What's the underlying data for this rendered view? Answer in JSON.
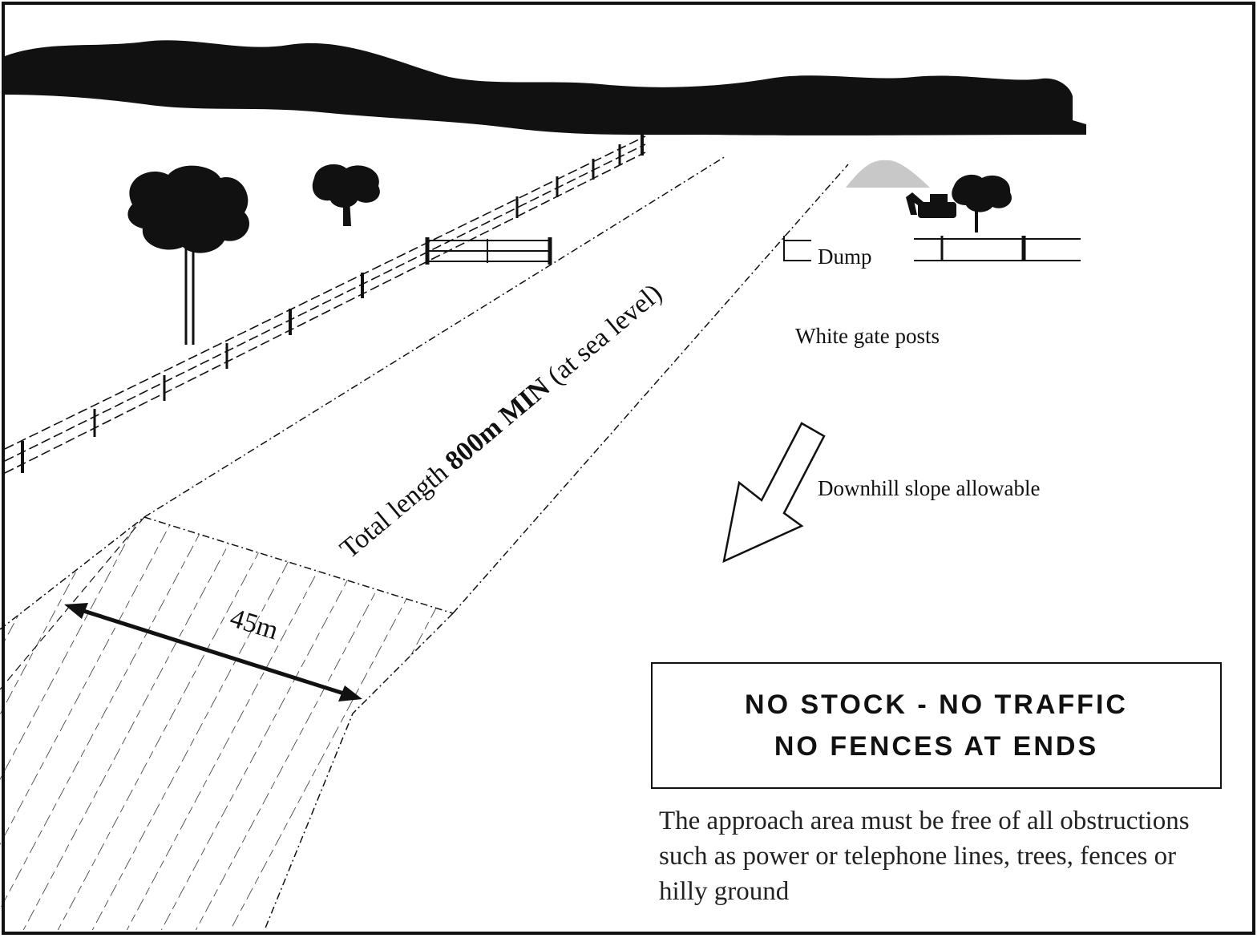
{
  "labels": {
    "dump": "Dump",
    "white_gate_posts": "White gate posts",
    "downhill_slope": "Downhill slope allowable",
    "total_length_prefix": "Total length ",
    "total_length_value": "800m MIN",
    "total_length_suffix": " (at sea level)",
    "width_dimension": "45m"
  },
  "notice": {
    "line1": "NO STOCK - NO TRAFFIC",
    "line2": "NO FENCES AT ENDS"
  },
  "approach_note": "The approach area must be free of all obstructions such as power or telephone lines, trees, fences or hilly ground",
  "colors": {
    "ink": "#111111",
    "dump_pile": "#c8c8c8",
    "background": "#ffffff"
  }
}
